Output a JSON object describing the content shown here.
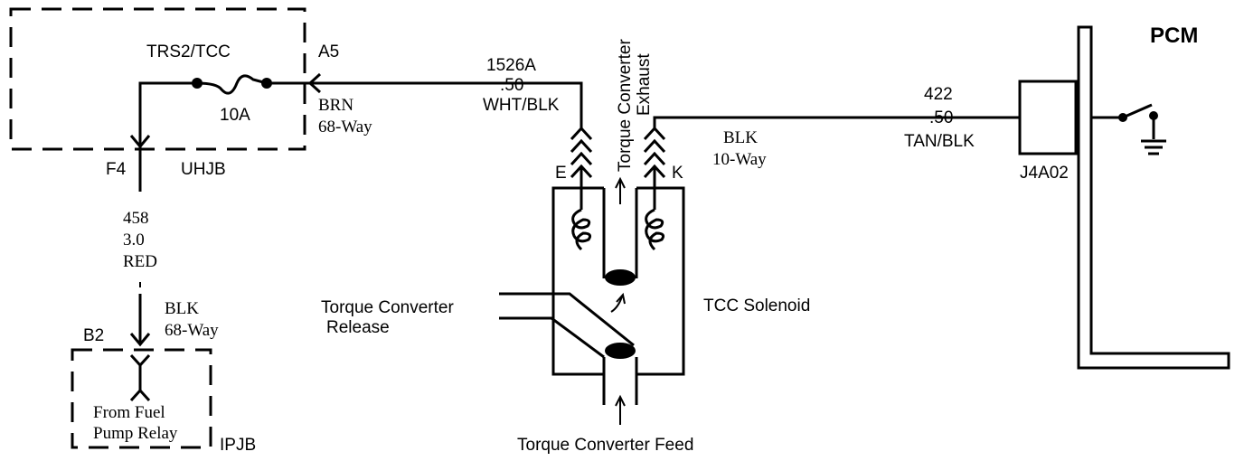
{
  "uhjb": {
    "fuse_name": "TRS2/TCC",
    "fuse_rating": "10A",
    "pin_out": "A5",
    "pin_in": "F4",
    "name": "UHJB"
  },
  "wire_brn": {
    "color": "BRN",
    "connector": "68-Way"
  },
  "wire_1526": {
    "circuit": "1526A",
    "gauge": ".50",
    "color": "WHT/BLK"
  },
  "wire_458": {
    "circuit": "458",
    "gauge": "3.0",
    "color": "RED"
  },
  "ipjb": {
    "connector_color": "BLK",
    "connector": "68-Way",
    "pin": "B2",
    "source_line1": "From Fuel",
    "source_line2": "Pump Relay",
    "name": "IPJB"
  },
  "solenoid": {
    "pin_e": "E",
    "pin_k": "K",
    "torque_converter_label": "Torque Converter",
    "exhaust_label": "Exhaust",
    "name": "TCC Solenoid",
    "release_line1": "Torque Converter",
    "release_line2": "Release",
    "feed": "Torque Converter Feed"
  },
  "wire_blk": {
    "color": "BLK",
    "connector": "10-Way"
  },
  "wire_422": {
    "circuit": "422",
    "gauge": ".50",
    "color": "TAN/BLK"
  },
  "pcm": {
    "name": "PCM",
    "connector": "J4A02"
  }
}
